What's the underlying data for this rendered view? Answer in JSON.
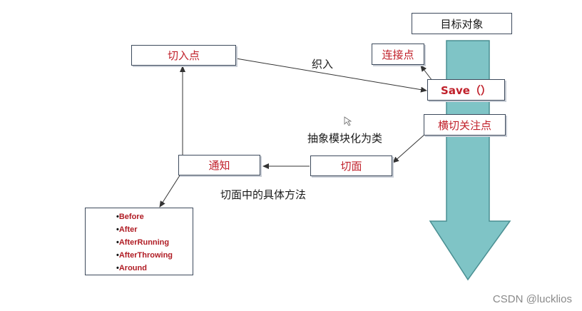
{
  "diagram": {
    "target_object": "目标对象",
    "join_point": "连接点",
    "pointcut": "切入点",
    "weave_label": "织入",
    "save_method": "Save（）",
    "crosscutting_concern": "横切关注点",
    "abstract_label": "抽象模块化为类",
    "aspect": "切面",
    "advice": "通知",
    "aspect_method_label": "切面中的具体方法",
    "advice_types": [
      "Before",
      "After",
      "AfterRunning",
      "AfterThrowing",
      "Around"
    ]
  },
  "colors": {
    "arrow_fill": "#7fc4c6",
    "arrow_stroke": "#4a8f92",
    "box_text_red": "#c0202a",
    "border": "#3d4a5c"
  },
  "watermark": "CSDN @lucklios"
}
